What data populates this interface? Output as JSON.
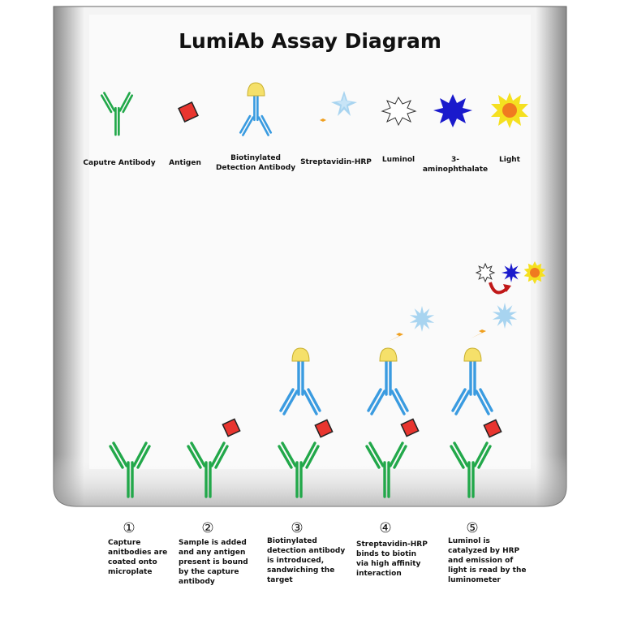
{
  "title": "LumiAb Assay Diagram",
  "legend": [
    {
      "key": "capture-antibody",
      "label": "Caputre Antibody"
    },
    {
      "key": "antigen",
      "label": "Antigen"
    },
    {
      "key": "detection-antibody",
      "label": "Biotinylated\nDetection Antibody"
    },
    {
      "key": "streptavidin-hrp",
      "label": "Streptavidin-HRP"
    },
    {
      "key": "luminol",
      "label": "Luminol"
    },
    {
      "key": "aminophthalate",
      "label": "3-aminophthalate"
    },
    {
      "key": "light",
      "label": "Light"
    }
  ],
  "steps": [
    {
      "num": "①",
      "desc": "Capture\nanitbodies are\ncoated onto\nmicroplate"
    },
    {
      "num": "②",
      "desc": "Sample is added\nand any antigen\npresent is bound\nby the capture\nantibody"
    },
    {
      "num": "③",
      "desc": "Biotinylated\ndetection antibody\nis introduced,\nsandwiching the\ntarget"
    },
    {
      "num": "④",
      "desc": "Streptavidin-HRP\nbinds to biotin\nvia high affinity\ninteraction"
    },
    {
      "num": "⑤",
      "desc": "Luminol is\ncatalyzed by HRP\nand emission of\nlight is read by the\nluminometer"
    }
  ],
  "colors": {
    "capture": "#22a84a",
    "detection": "#3a9be0",
    "biotin": "#f5e06a",
    "antigen": "#e8352f",
    "hrp": "#a8d4f0",
    "arrow": "#f0a020",
    "aminophthalate": "#1a1acc",
    "light_outer": "#f5e020",
    "light_inner": "#f07a20",
    "reaction_arrow": "#c01818"
  }
}
